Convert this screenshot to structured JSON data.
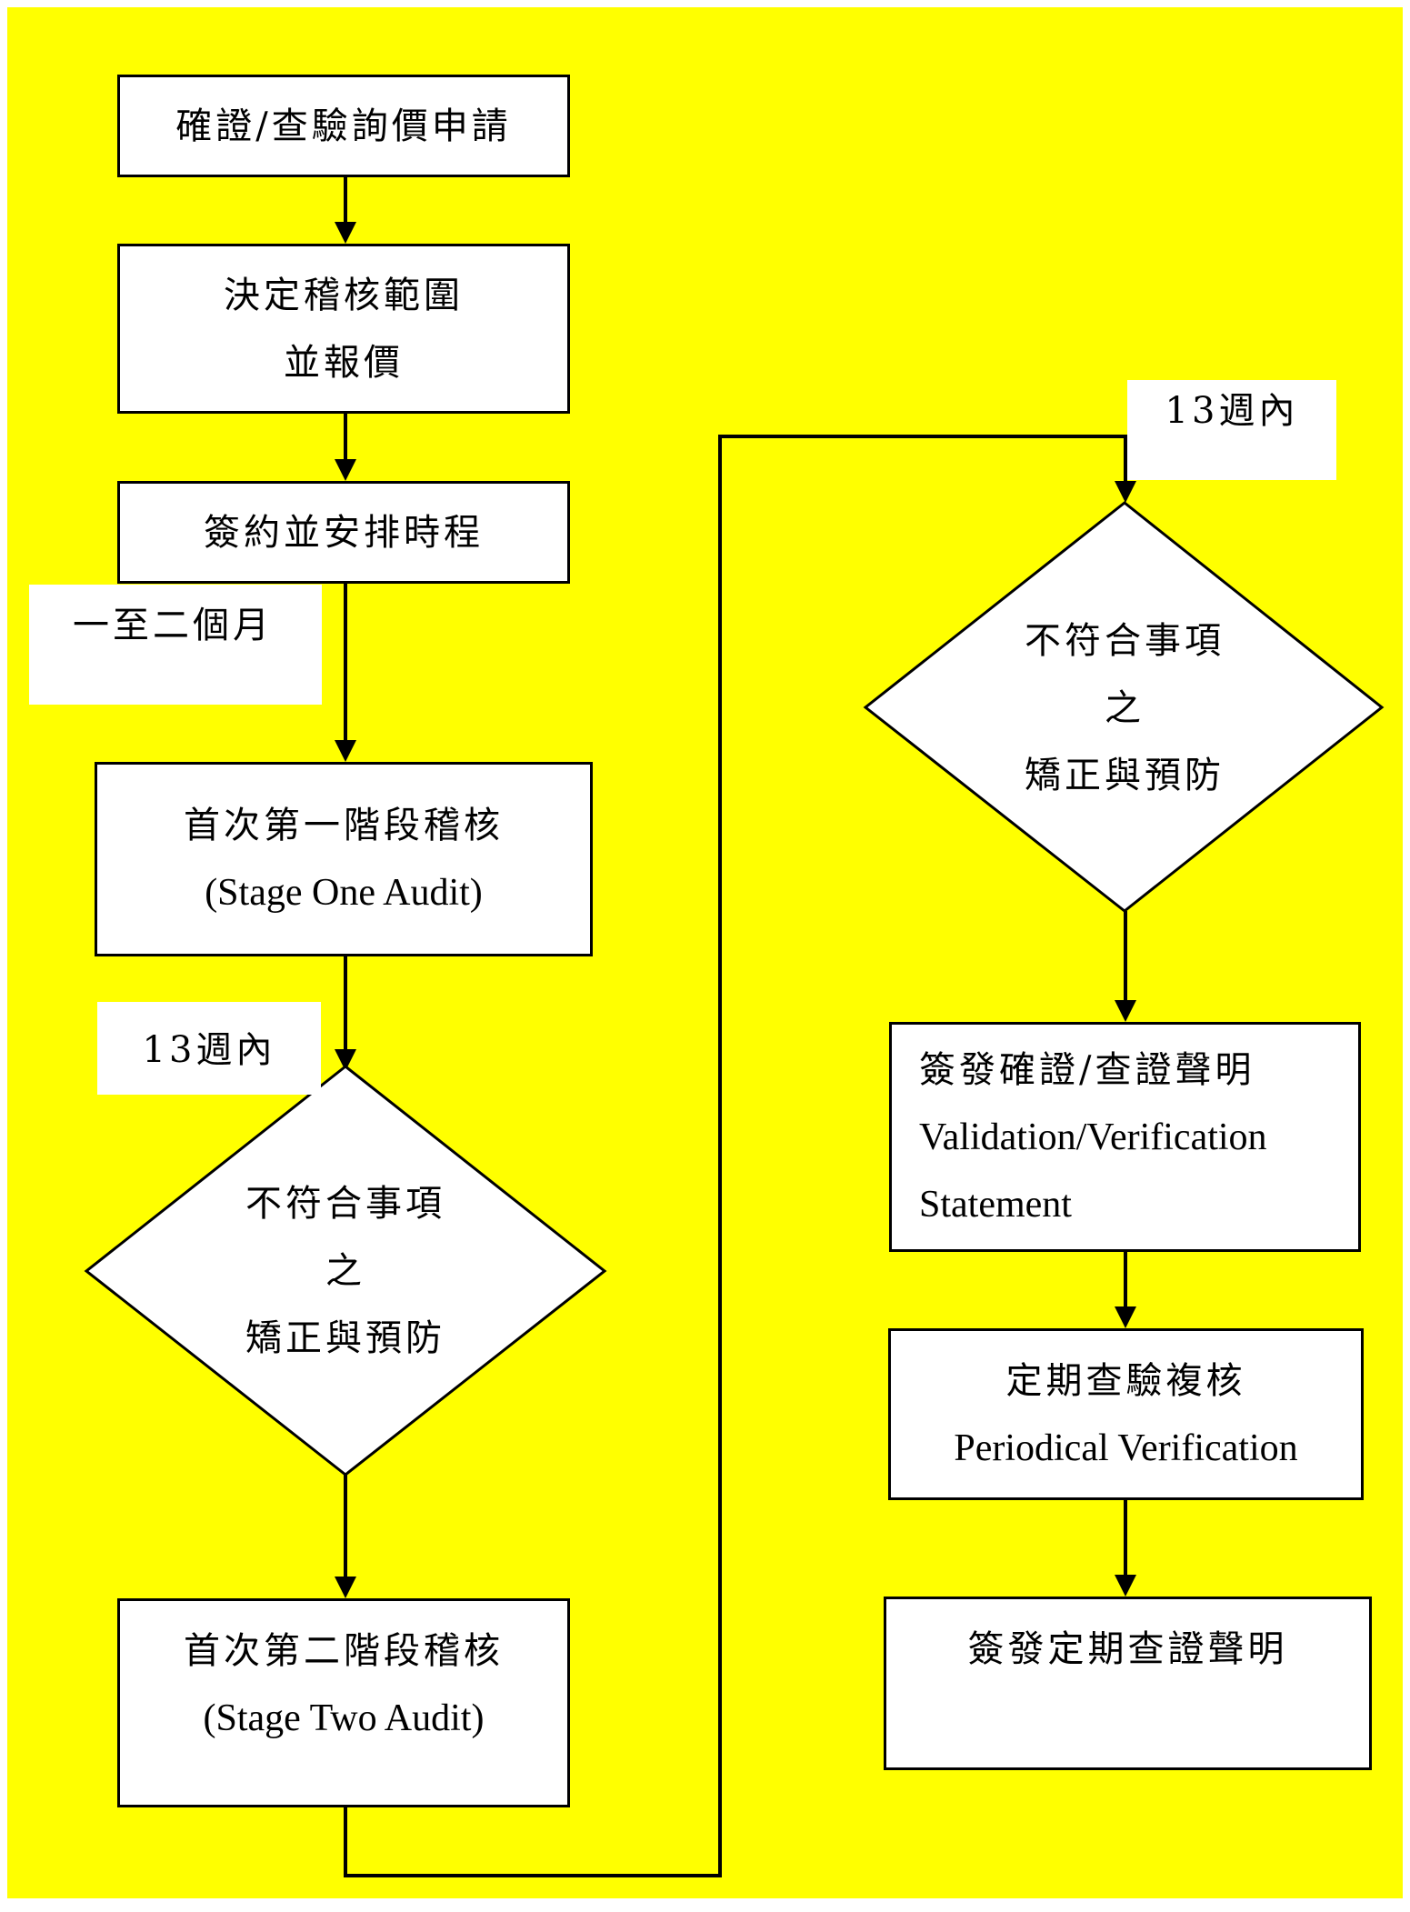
{
  "colors": {
    "background": "#ffff00",
    "box_fill": "#ffffff",
    "stroke": "#000000"
  },
  "steps": {
    "request": "確證/查驗詢價申請",
    "scope_line1": "決定稽核範圍",
    "scope_line2": "並報價",
    "contract": "簽約並安排時程",
    "stage_one_zh": "首次第一階段稽核",
    "stage_one_en": "(Stage One Audit)",
    "stage_two_zh": "首次第二階段稽核",
    "stage_two_en": "(Stage Two Audit)",
    "statement_zh": "簽發確證/查證聲明",
    "statement_en1": "Validation/Verification",
    "statement_en2": "Statement",
    "periodic_zh": "定期查驗複核",
    "periodic_en": "Periodical Verification",
    "periodic_statement": "簽發定期查證聲明"
  },
  "decisions": {
    "left_line1": "不符合事項",
    "left_line2": "之",
    "left_line3": "矯正與預防",
    "right_line1": "不符合事項",
    "right_line2": "之",
    "right_line3": "矯正與預防"
  },
  "notes": {
    "one_to_two_months": "一至二個月",
    "within_13_weeks_left": "13週內",
    "within_13_weeks_right": "13週內"
  }
}
